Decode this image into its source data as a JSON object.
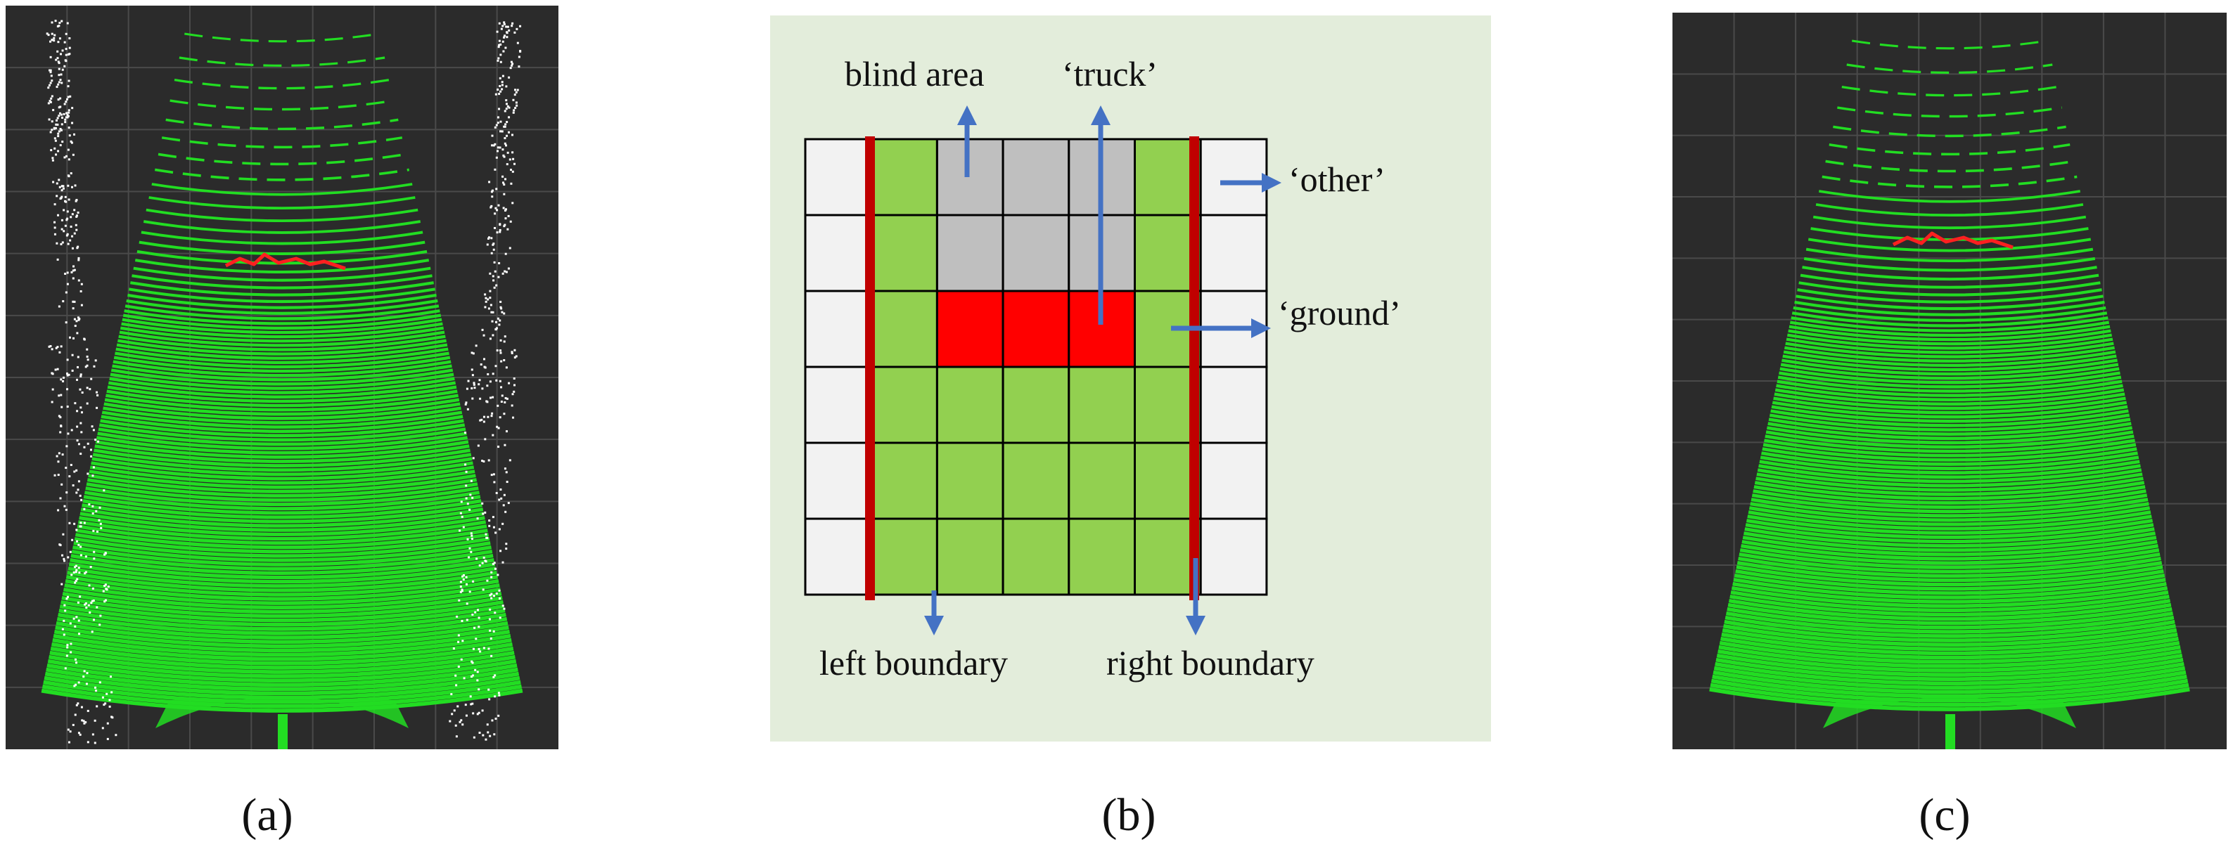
{
  "panels": {
    "a": {
      "caption": "(a)"
    },
    "b": {
      "caption": "(b)"
    },
    "c": {
      "caption": "(c)"
    }
  },
  "diagram": {
    "labels": {
      "blind_area": "blind area",
      "truck": "‘truck’",
      "other": "‘other’",
      "ground": "‘ground’",
      "left_boundary": "left boundary",
      "right_boundary": "right boundary"
    },
    "grid": {
      "rows": 6,
      "cols": 7,
      "cells": [
        [
          "white",
          "green",
          "gray",
          "gray",
          "gray",
          "green",
          "white"
        ],
        [
          "white",
          "green",
          "gray",
          "gray",
          "gray",
          "green",
          "white"
        ],
        [
          "white",
          "green",
          "red",
          "red",
          "red",
          "green",
          "white"
        ],
        [
          "white",
          "green",
          "green",
          "green",
          "green",
          "green",
          "white"
        ],
        [
          "white",
          "green",
          "green",
          "green",
          "green",
          "green",
          "white"
        ],
        [
          "white",
          "green",
          "green",
          "green",
          "green",
          "green",
          "white"
        ]
      ]
    },
    "colors": {
      "background": "#e3eddb",
      "white": "#f2f2f2",
      "green": "#92d050",
      "gray": "#bfbfbf",
      "red": "#ff0000",
      "boundary": "#c00000",
      "arrow": "#4472c4"
    }
  },
  "pointcloud_colors": {
    "background": "#2b2b2b",
    "grid": "#4a4a4a",
    "ground": "#22dd22",
    "other": "#ffffff",
    "truck": "#ff2020"
  }
}
